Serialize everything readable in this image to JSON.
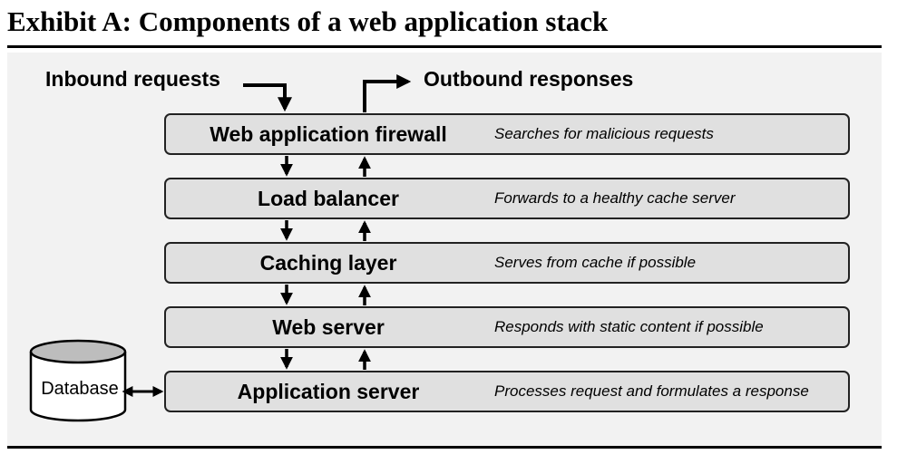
{
  "title": "Exhibit A: Components of a web application stack",
  "inbound_label": "Inbound requests",
  "outbound_label": "Outbound responses",
  "database_label": "Database",
  "layers": [
    {
      "name": "Web application firewall",
      "description": "Searches for malicious requests"
    },
    {
      "name": "Load balancer",
      "description": "Forwards to a healthy cache server"
    },
    {
      "name": "Caching layer",
      "description": "Serves from cache if possible"
    },
    {
      "name": "Web server",
      "description": "Responds with static content if possible"
    },
    {
      "name": "Application server",
      "description": "Processes request and formulates a response"
    }
  ]
}
